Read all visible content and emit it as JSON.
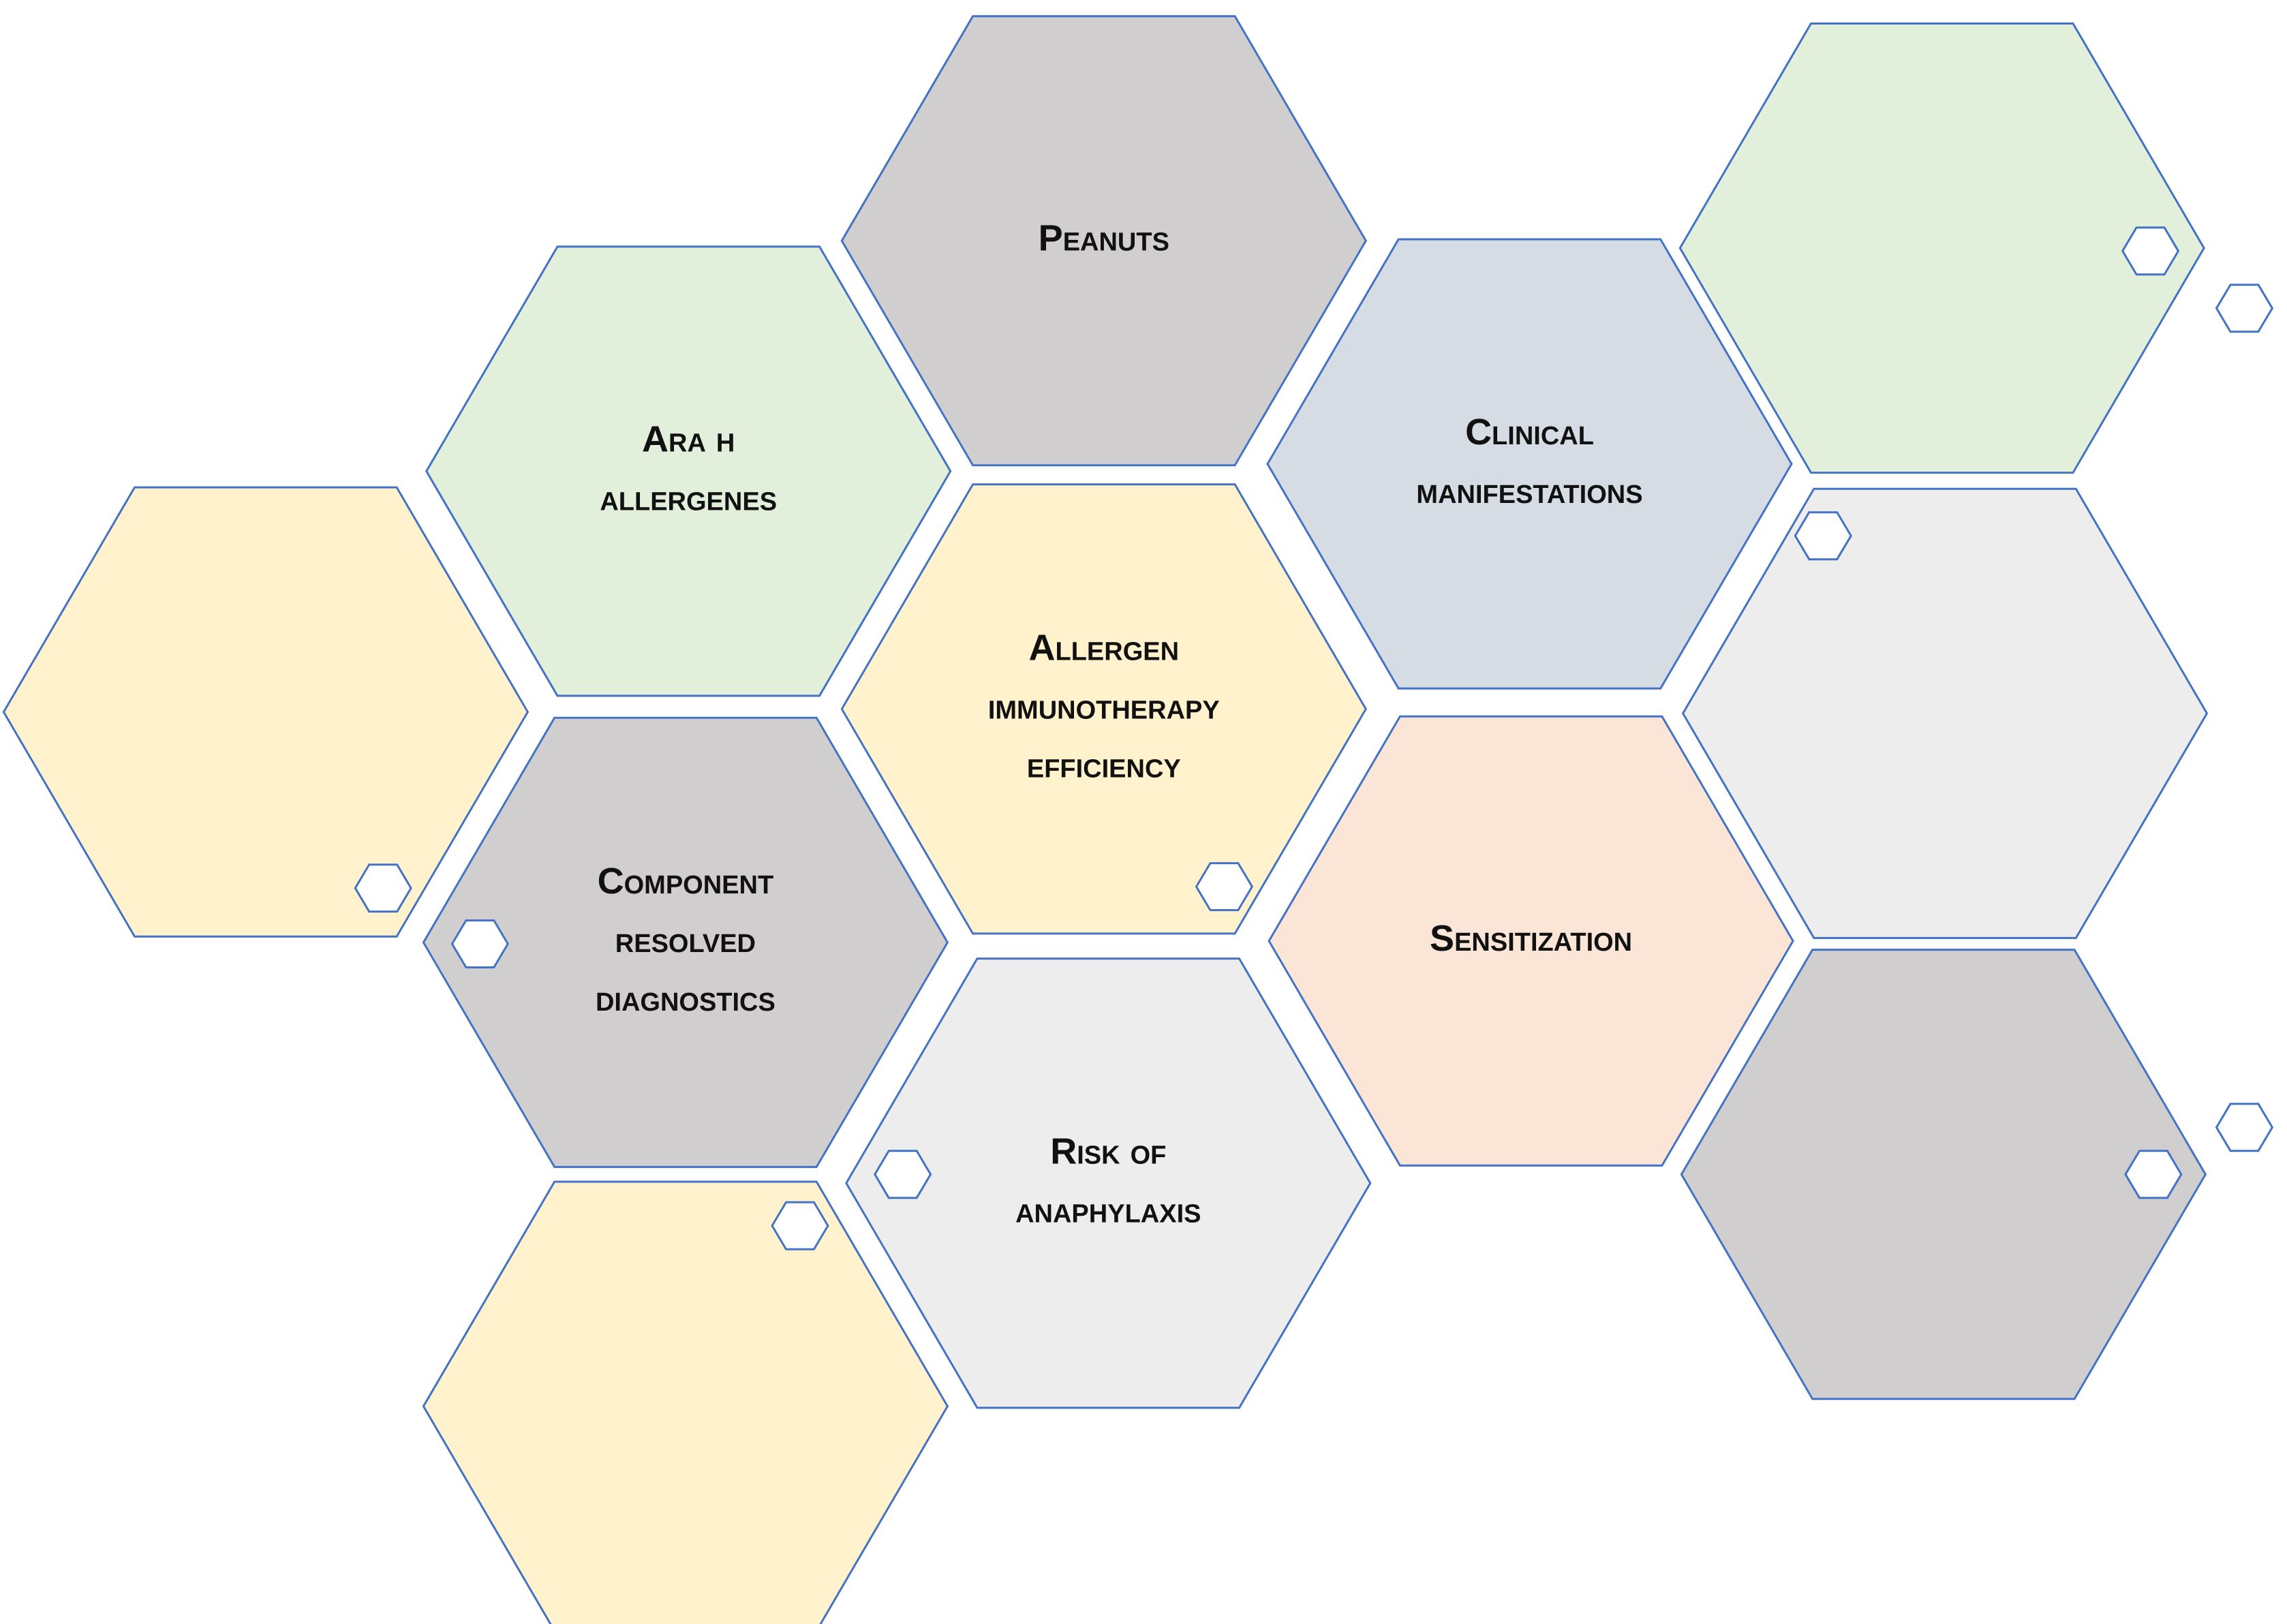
{
  "colors": {
    "outline": "#4472c4",
    "green": "#e2efda",
    "gray": "#d0cece",
    "yellow": "#fff2cc",
    "blue": "#d6dce4",
    "peach": "#fbe5d6",
    "light": "#ededed"
  },
  "hexagons": [
    {
      "name": "hex-peanuts",
      "color": "gray",
      "lines": [
        "Peanuts"
      ]
    },
    {
      "name": "hex-ara-h-allergenes",
      "color": "green",
      "lines": [
        "Ara h",
        "allergenes"
      ]
    },
    {
      "name": "hex-clinical-manifestations",
      "color": "blue",
      "lines": [
        "Clinical",
        "manifestations"
      ]
    },
    {
      "name": "hex-allergen-immunotherapy-efficiency",
      "color": "yellow",
      "lines": [
        "Allergen",
        "immunotherapy",
        "efficiency"
      ]
    },
    {
      "name": "hex-component-resolved-diagnostics",
      "color": "gray",
      "lines": [
        "Component",
        "resolved",
        "diagnostics"
      ]
    },
    {
      "name": "hex-sensitization",
      "color": "peach",
      "lines": [
        "Sensitization"
      ]
    },
    {
      "name": "hex-risk-of-anaphylaxis",
      "color": "light",
      "lines": [
        "Risk of",
        "anaphylaxis"
      ]
    },
    {
      "name": "hex-empty-top-right",
      "color": "green",
      "lines": []
    },
    {
      "name": "hex-empty-left",
      "color": "yellow",
      "lines": []
    },
    {
      "name": "hex-empty-right-middle",
      "color": "light",
      "lines": []
    },
    {
      "name": "hex-empty-right-bottom",
      "color": "gray",
      "lines": []
    },
    {
      "name": "hex-empty-bottom-left",
      "color": "yellow",
      "lines": []
    }
  ]
}
